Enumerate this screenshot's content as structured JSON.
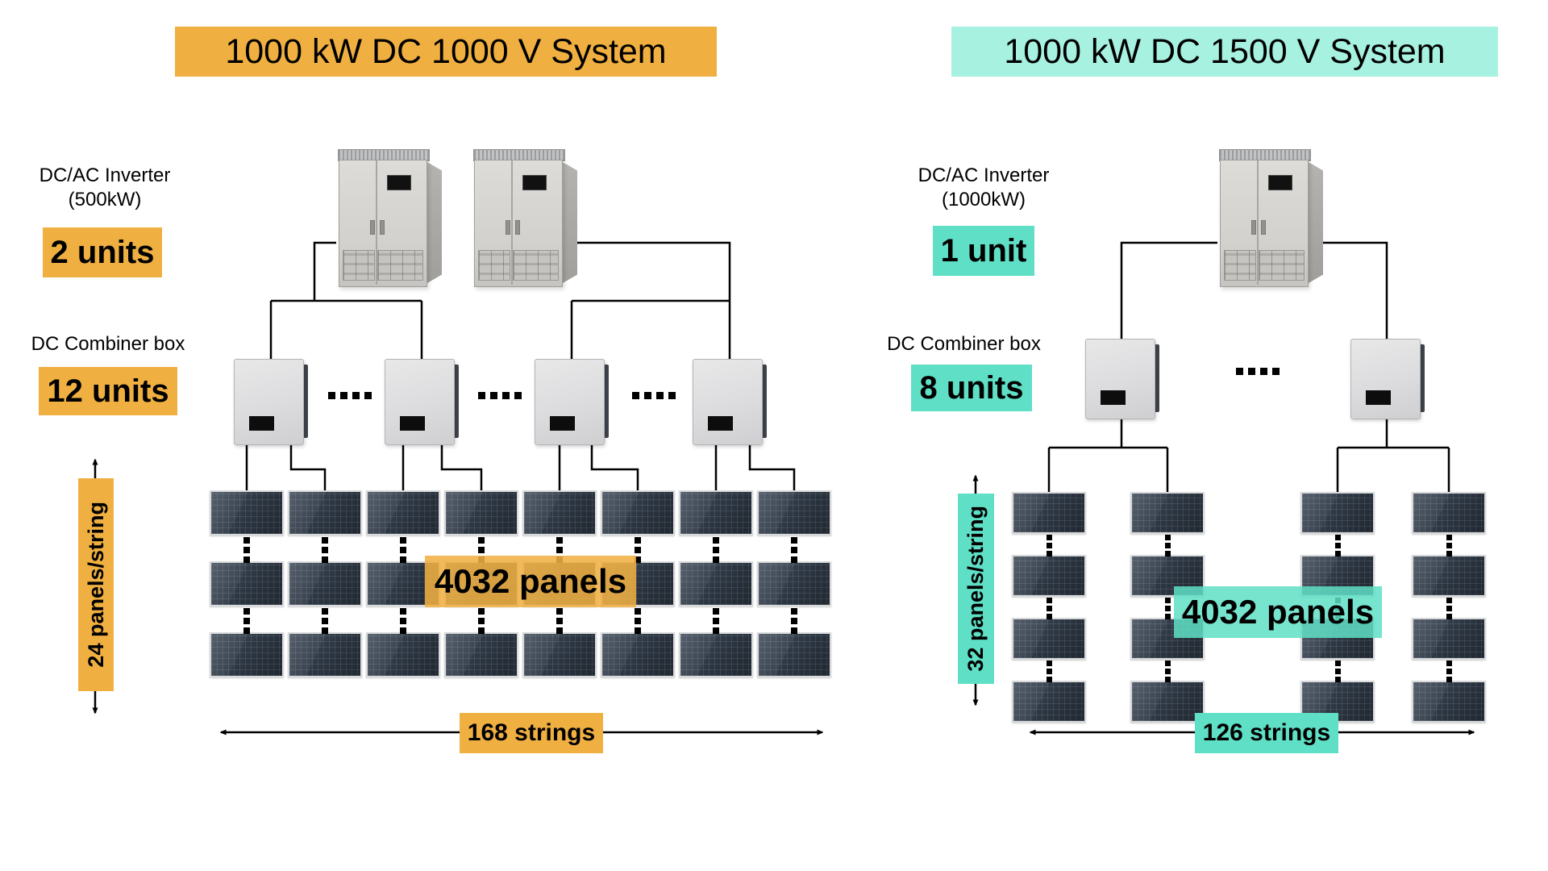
{
  "page": {
    "background": "#ffffff"
  },
  "systems": {
    "left": {
      "title": "1000 kW DC 1000 V System",
      "accent": "#F0B041",
      "accent_soft": "rgba(240,176,65,0.87)",
      "title_bg": "#F0B041",
      "inverter_label": "DC/AC Inverter",
      "inverter_rating": "(500kW)",
      "inverter_units": "2 units",
      "combiner_label": "DC Combiner box",
      "combiner_units": "12 units",
      "panels_per_string": "24 panels/string",
      "total_panels": "4032 panels",
      "strings_total": "168 strings",
      "figure": {
        "inverters_drawn": 2,
        "combiner_boxes_drawn": 4,
        "string_columns_drawn": 8,
        "panel_rows_drawn": 3
      }
    },
    "right": {
      "title": "1000 kW DC 1500 V System",
      "accent": "#5FDFC5",
      "accent_soft": "rgba(95,223,197,0.85)",
      "title_bg": "#A7F1E1",
      "inverter_label": "DC/AC Inverter",
      "inverter_rating": "(1000kW)",
      "inverter_units": "1 unit",
      "combiner_label": "DC Combiner box",
      "combiner_units": "8 units",
      "panels_per_string": "32 panels/string",
      "total_panels": "4032 panels",
      "strings_total": "126 strings",
      "figure": {
        "inverters_drawn": 1,
        "combiner_boxes_drawn": 2,
        "string_columns_drawn": 4,
        "panel_rows_drawn": 4
      }
    }
  }
}
